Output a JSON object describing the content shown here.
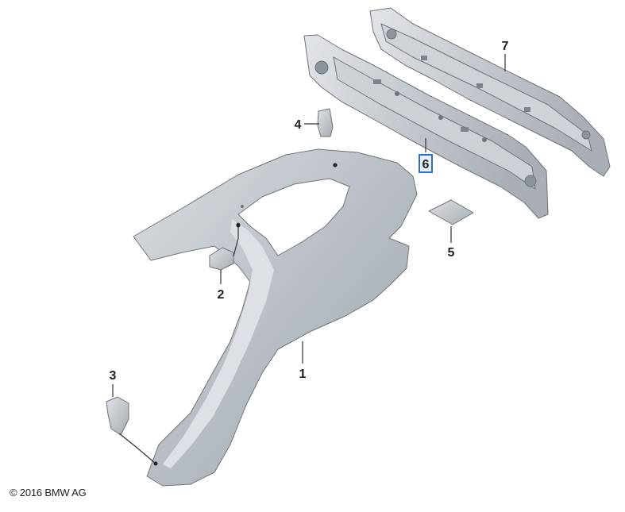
{
  "callouts": {
    "c1": "1",
    "c2": "2",
    "c3": "3",
    "c4": "4",
    "c5": "5",
    "c6": "6",
    "c7": "7"
  },
  "highlight_color": "#1a5fd0",
  "copyright": "© 2016 BMW AG"
}
